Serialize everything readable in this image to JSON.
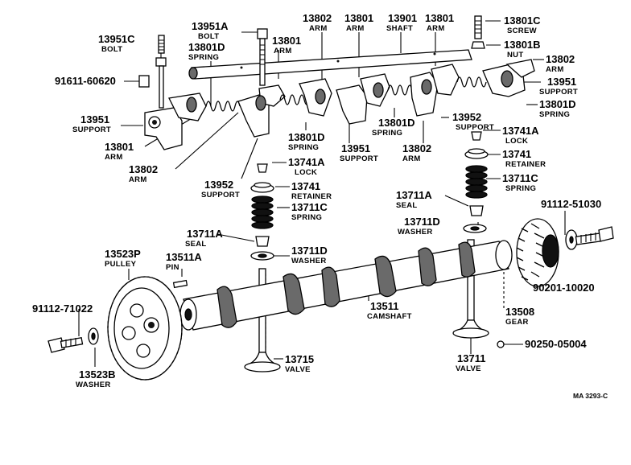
{
  "diagram_code": "MA 3293-C",
  "labels": [
    {
      "id": "l1",
      "number": "13951C",
      "name": "BOLT"
    },
    {
      "id": "l2",
      "number": "13951A",
      "name": "BOLT"
    },
    {
      "id": "l3",
      "number": "13802",
      "name": "ARM"
    },
    {
      "id": "l4",
      "number": "13801",
      "name": "ARM"
    },
    {
      "id": "l5",
      "number": "13901",
      "name": "SHAFT"
    },
    {
      "id": "l6",
      "number": "13801",
      "name": "ARM"
    },
    {
      "id": "l7",
      "number": "13801C",
      "name": "SCREW"
    },
    {
      "id": "l8",
      "number": "13801D",
      "name": "SPRING"
    },
    {
      "id": "l9",
      "number": "13801",
      "name": "ARM"
    },
    {
      "id": "l10",
      "number": "13801B",
      "name": "NUT"
    },
    {
      "id": "l11",
      "number": "13802",
      "name": "ARM"
    },
    {
      "id": "l12",
      "number": "91611-60620",
      "name": ""
    },
    {
      "id": "l13",
      "number": "13951",
      "name": "SUPPORT"
    },
    {
      "id": "l14",
      "number": "13951",
      "name": "SUPPORT"
    },
    {
      "id": "l15",
      "number": "13801D",
      "name": "SPRING"
    },
    {
      "id": "l16",
      "number": "13952",
      "name": "SUPPORT"
    },
    {
      "id": "l17",
      "number": "13801D",
      "name": "SPRING"
    },
    {
      "id": "l18",
      "number": "13741A",
      "name": "LOCK"
    },
    {
      "id": "l19",
      "number": "13801D",
      "name": "SPRING"
    },
    {
      "id": "l20",
      "number": "13801",
      "name": "ARM"
    },
    {
      "id": "l21",
      "number": "13951",
      "name": "SUPPORT"
    },
    {
      "id": "l22",
      "number": "13802",
      "name": "ARM"
    },
    {
      "id": "l23",
      "number": "13741",
      "name": "RETAINER"
    },
    {
      "id": "l24",
      "number": "13802",
      "name": "ARM"
    },
    {
      "id": "l25",
      "number": "13741A",
      "name": "LOCK"
    },
    {
      "id": "l26",
      "number": "13711C",
      "name": "SPRING"
    },
    {
      "id": "l27",
      "number": "13952",
      "name": "SUPPORT"
    },
    {
      "id": "l28",
      "number": "13741",
      "name": "RETAINER"
    },
    {
      "id": "l29",
      "number": "13711A",
      "name": "SEAL"
    },
    {
      "id": "l30",
      "number": "91112-51030",
      "name": ""
    },
    {
      "id": "l31",
      "number": "13711C",
      "name": "SPRING"
    },
    {
      "id": "l32",
      "number": "13711D",
      "name": "WASHER"
    },
    {
      "id": "l33",
      "number": "13711A",
      "name": "SEAL"
    },
    {
      "id": "l34",
      "number": "13523P",
      "name": "PULLEY"
    },
    {
      "id": "l35",
      "number": "13511A",
      "name": "PIN"
    },
    {
      "id": "l36",
      "number": "13711D",
      "name": "WASHER"
    },
    {
      "id": "l37",
      "number": "90201-10020",
      "name": ""
    },
    {
      "id": "l38",
      "number": "91112-71022",
      "name": ""
    },
    {
      "id": "l39",
      "number": "13511",
      "name": "CAMSHAFT"
    },
    {
      "id": "l40",
      "number": "13508",
      "name": "GEAR"
    },
    {
      "id": "l41",
      "number": "90250-05004",
      "name": ""
    },
    {
      "id": "l42",
      "number": "13523B",
      "name": "WASHER"
    },
    {
      "id": "l43",
      "number": "13715",
      "name": "VALVE"
    },
    {
      "id": "l44",
      "number": "13711",
      "name": "VALVE"
    }
  ]
}
